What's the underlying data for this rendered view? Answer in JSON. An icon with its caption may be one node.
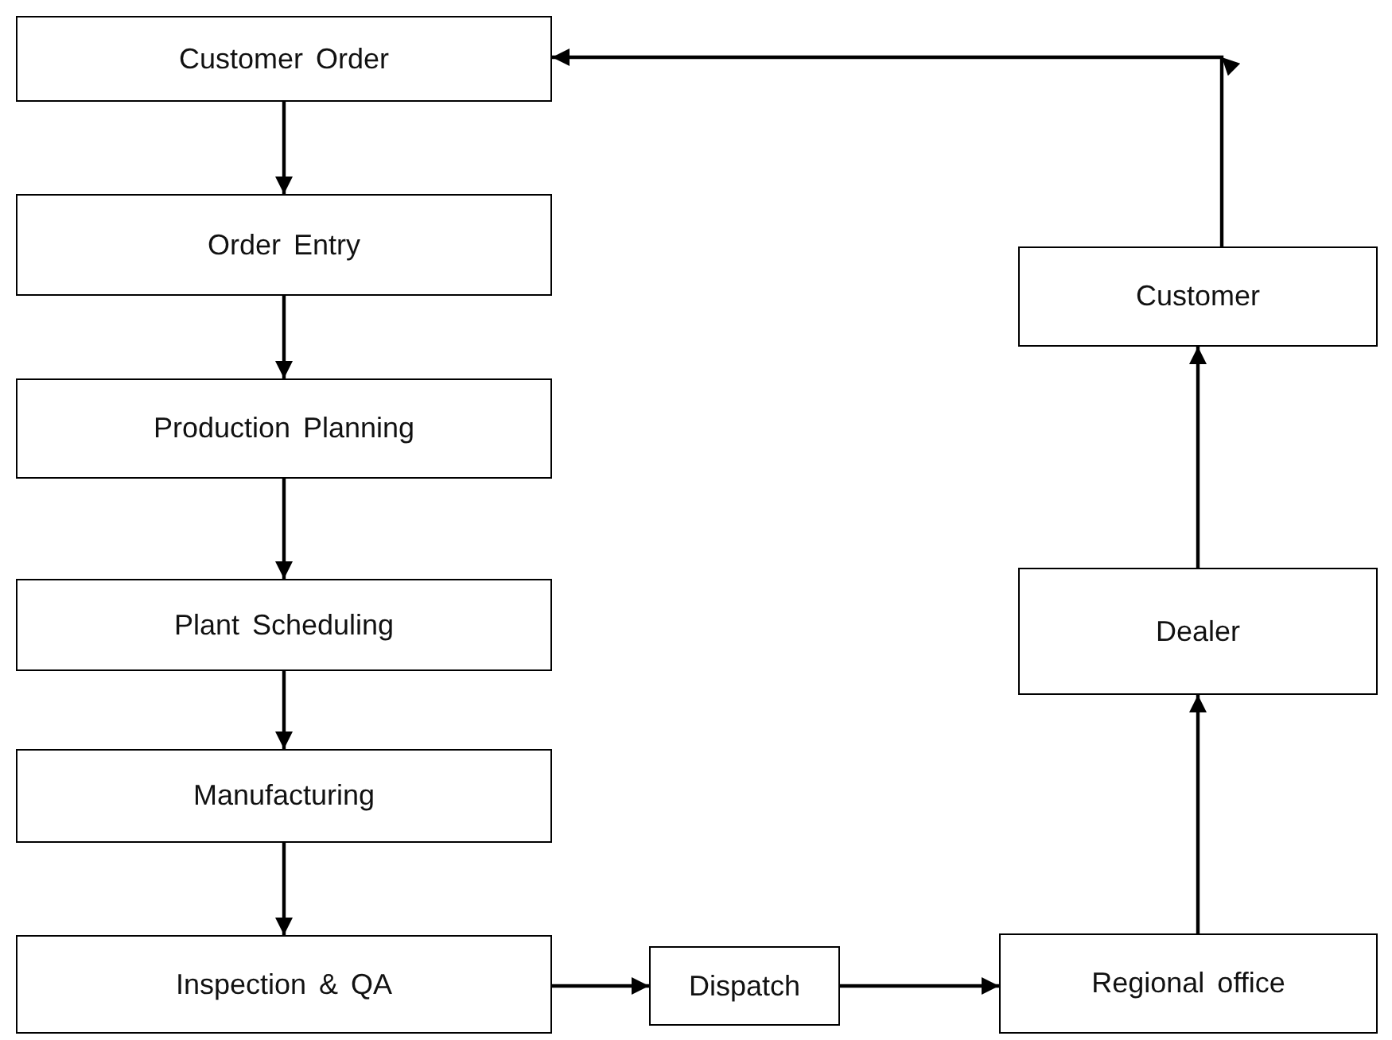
{
  "diagram": {
    "nodes": [
      {
        "text": [
          "Customer Order"
        ]
      },
      {
        "text": [
          "Order Entry"
        ]
      },
      {
        "text": [
          "Production Planning"
        ]
      },
      {
        "text": [
          "Plant Scheduling"
        ]
      },
      {
        "text": [
          "Manufacturing"
        ]
      },
      {
        "text": [
          "Inspection & QA"
        ]
      },
      {
        "text": [
          "Dispatch"
        ]
      },
      {
        "text": [
          "Regional office"
        ]
      },
      {
        "text": [
          "Dealer"
        ]
      },
      {
        "text": [
          "Customer"
        ]
      }
    ],
    "edges": [
      {
        "from": 0,
        "to": 1,
        "arrow": "to"
      },
      {
        "from": 1,
        "to": 2,
        "arrow": "to"
      },
      {
        "from": 2,
        "to": 3,
        "arrow": "to"
      },
      {
        "from": 3,
        "to": 4,
        "arrow": "to"
      },
      {
        "from": 4,
        "to": 5,
        "arrow": "to"
      },
      {
        "from": 5,
        "to": 6,
        "arrow": "to"
      },
      {
        "from": 6,
        "to": 7,
        "arrow": "to"
      },
      {
        "from": 7,
        "to": 8,
        "arrow": "to"
      },
      {
        "from": 8,
        "to": 9,
        "arrow": "to"
      },
      {
        "from": 9,
        "to": 0,
        "arrow": "to"
      }
    ]
  }
}
